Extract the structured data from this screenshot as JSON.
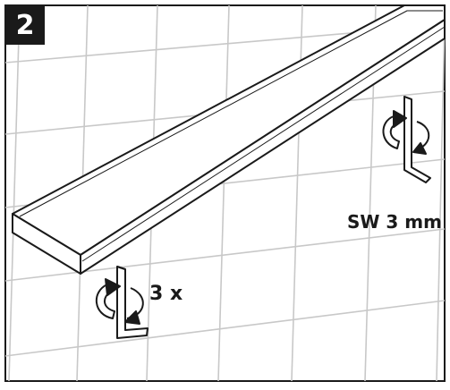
{
  "step": {
    "number": "2"
  },
  "annotations": {
    "quantity": "3 x",
    "tool_size": "SW 3 mm"
  },
  "colors": {
    "ink": "#1a1a1a",
    "tile_line": "#c8c8c8",
    "background": "#ffffff"
  },
  "icons": [
    "hex-key-icon",
    "rotation-arrow-icon"
  ]
}
